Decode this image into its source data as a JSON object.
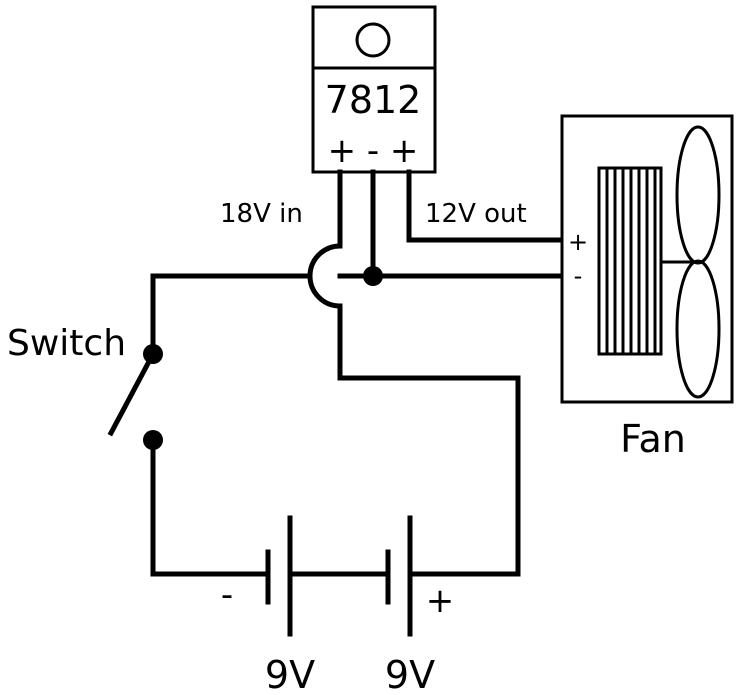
{
  "regulator": {
    "part_number": "7812",
    "pins": "+ - +"
  },
  "labels": {
    "input_voltage": "18V in",
    "output_voltage": "12V out",
    "switch": "Switch",
    "fan": "Fan",
    "fan_plus": "+",
    "fan_minus": "-",
    "battery_minus": "-",
    "battery_plus": "+",
    "battery_1": "9V",
    "battery_2": "9V"
  }
}
